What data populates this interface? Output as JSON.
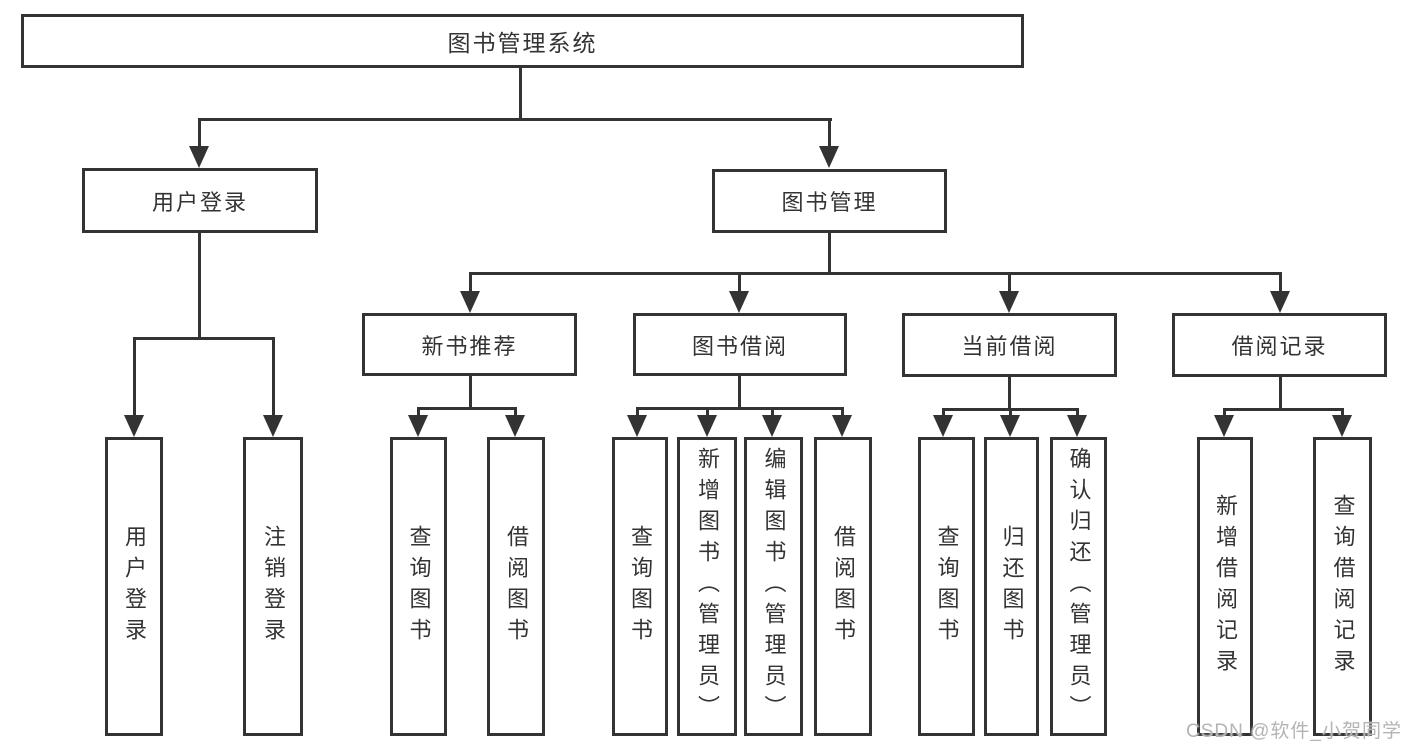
{
  "diagram": {
    "type": "hierarchy-tree",
    "root": {
      "label": "图书管理系统",
      "children": [
        {
          "label": "用户登录",
          "children": [
            {
              "label": "用户登录"
            },
            {
              "label": "注销登录"
            }
          ]
        },
        {
          "label": "图书管理",
          "children": [
            {
              "label": "新书推荐",
              "children": [
                {
                  "label": "查询图书"
                },
                {
                  "label": "借阅图书"
                }
              ]
            },
            {
              "label": "图书借阅",
              "children": [
                {
                  "label": "查询图书"
                },
                {
                  "label": "新增图书（管理员）"
                },
                {
                  "label": "编辑图书（管理员）"
                },
                {
                  "label": "借阅图书"
                }
              ]
            },
            {
              "label": "当前借阅",
              "children": [
                {
                  "label": "查询图书"
                },
                {
                  "label": "归还图书"
                },
                {
                  "label": "确认归还（管理员）"
                }
              ]
            },
            {
              "label": "借阅记录",
              "children": [
                {
                  "label": "新增借阅记录"
                },
                {
                  "label": "查询借阅记录"
                }
              ]
            }
          ]
        }
      ]
    }
  },
  "watermark": {
    "text": "CSDN @软件_小贺同学"
  },
  "colors": {
    "line": "#333333",
    "text": "#333333",
    "background": "#ffffff",
    "watermark": "#b4b4b4"
  }
}
